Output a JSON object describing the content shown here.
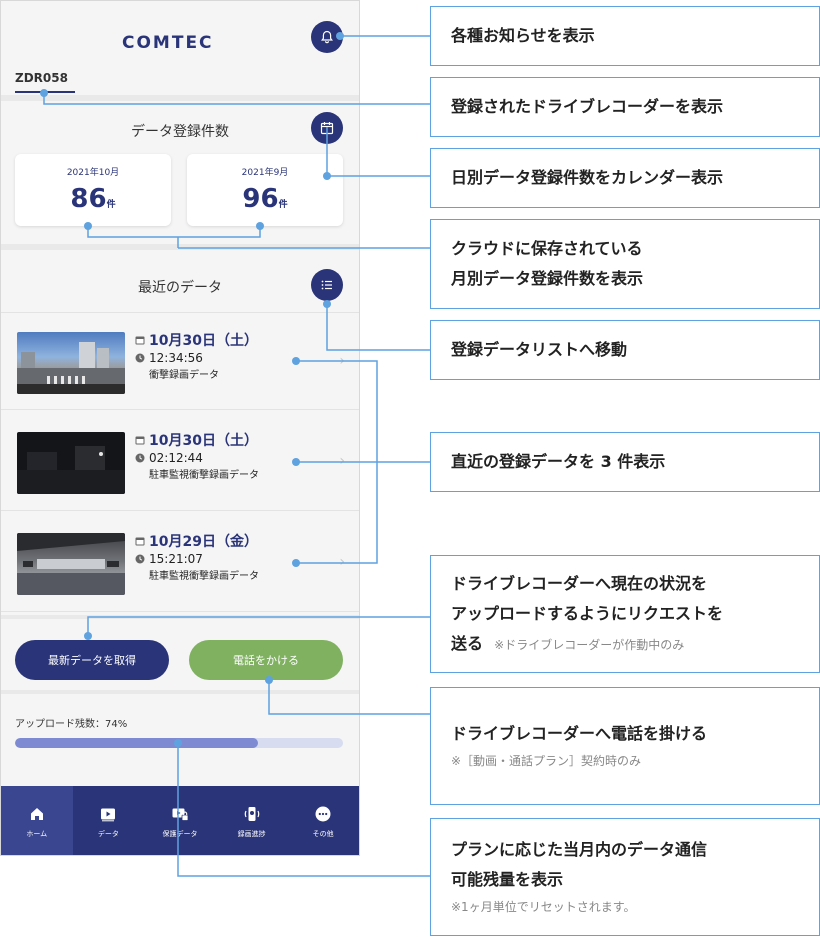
{
  "app": {
    "logo": "COMTEC",
    "device_name": "ZDR058"
  },
  "counts": {
    "title": "データ登録件数",
    "cards": [
      {
        "month": "2021年10月",
        "value": "86",
        "unit": "件"
      },
      {
        "month": "2021年9月",
        "value": "96",
        "unit": "件"
      }
    ]
  },
  "recent": {
    "title": "最近のデータ",
    "items": [
      {
        "date": "10月30日（土）",
        "time": "12:34:56",
        "type": "衝撃録画データ"
      },
      {
        "date": "10月30日（土）",
        "time": "02:12:44",
        "type": "駐車監視衝撃録画データ"
      },
      {
        "date": "10月29日（金）",
        "time": "15:21:07",
        "type": "駐車監視衝撃録画データ"
      }
    ]
  },
  "actions": {
    "fetch_label": "最新データを取得",
    "call_label": "電話をかける"
  },
  "upload": {
    "label": "アップロード残数：74%",
    "fraction": 0.74
  },
  "nav": {
    "items": [
      {
        "label": "ホーム",
        "icon": "home-icon",
        "active": true
      },
      {
        "label": "データ",
        "icon": "video-icon"
      },
      {
        "label": "保護データ",
        "icon": "protected-data-icon"
      },
      {
        "label": "録画進捗",
        "icon": "record-progress-icon"
      },
      {
        "label": "その他",
        "icon": "more-icon"
      }
    ]
  },
  "annotations": [
    {
      "main": "各種お知らせを表示"
    },
    {
      "main": "登録されたドライブレコーダーを表示"
    },
    {
      "main": "日別データ登録件数をカレンダー表示"
    },
    {
      "main": [
        "クラウドに保存されている",
        "月別データ登録件数を表示"
      ]
    },
    {
      "main": "登録データリストへ移動"
    },
    {
      "main": "直近の登録データを 3 件表示"
    },
    {
      "main": [
        "ドライブレコーダーへ現在の状況を",
        "アップロードするようにリクエストを",
        "送る"
      ],
      "note": "※ドライブレコーダーが作動中のみ"
    },
    {
      "main": "ドライブレコーダーへ電話を掛ける",
      "sub": "※［動画・通話プラン］契約時のみ"
    },
    {
      "main": [
        "プランに応じた当月内のデータ通信",
        "可能残量を表示"
      ],
      "sub": "※1ヶ月単位でリセットされます。"
    }
  ],
  "colors": {
    "brand": "#2a3478",
    "call_button": "#7fb161",
    "connector": "#5fa2e0",
    "upload_fill": "#7e8bd2"
  }
}
